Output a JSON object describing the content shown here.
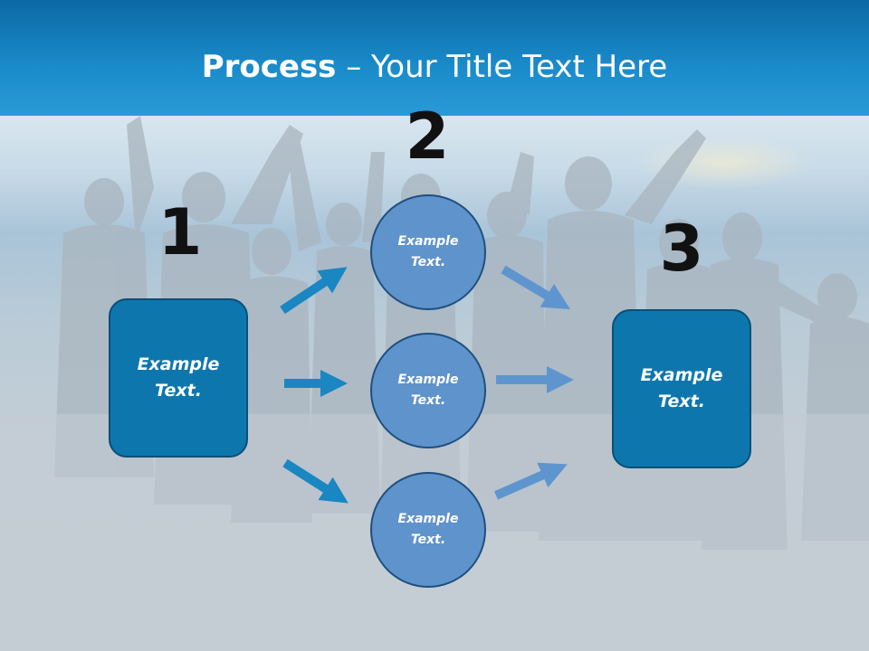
{
  "title": {
    "bold": "Process",
    "rest": " – Your Title Text Here"
  },
  "steps": {
    "one": "1",
    "two": "2",
    "three": "3"
  },
  "nodes": {
    "start_box": "Example Text.",
    "circle_top": "Example Text.",
    "circle_middle": "Example Text.",
    "circle_bottom": "Example Text.",
    "end_box": "Example Text."
  },
  "colors": {
    "header": "#1b8ccb",
    "box_fill": "#0d77ad",
    "circle_fill": "#5f93cc",
    "arrow_dark": "#1a86c2",
    "arrow_light": "#5e95cf"
  }
}
